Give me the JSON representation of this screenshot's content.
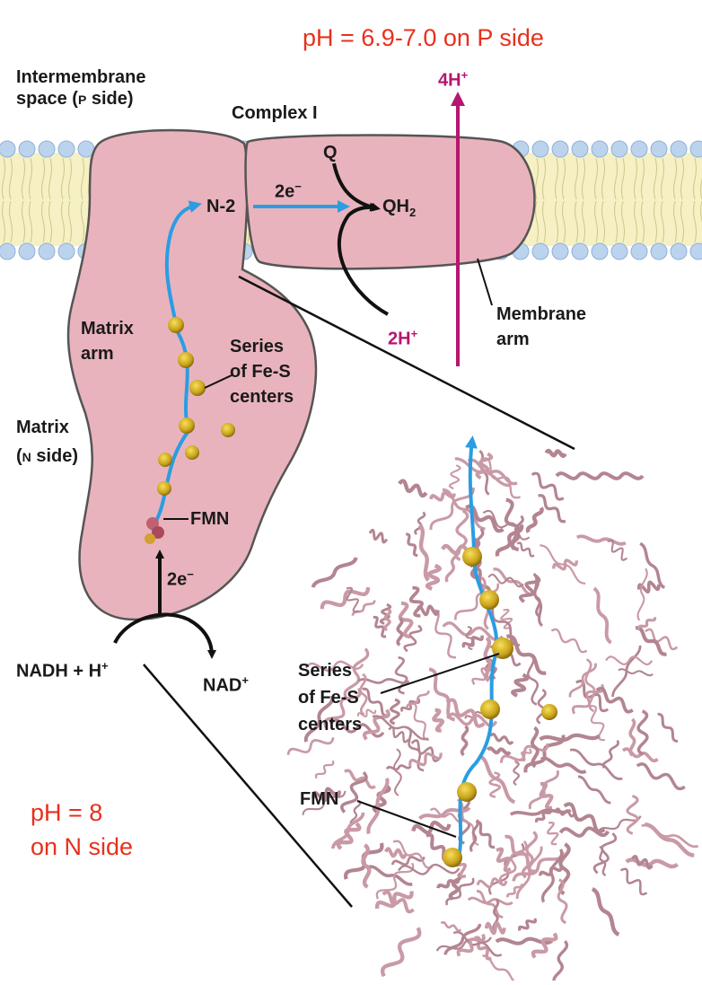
{
  "ph_p_side": "pH = 6.9-7.0 on P side",
  "ph_n_side_line1": "pH = 8",
  "ph_n_side_line2": "on N side",
  "intermembrane": {
    "line1": "Intermembrane",
    "line2a": "space (",
    "p": "P",
    "line2b": " side)"
  },
  "complex": "Complex I",
  "q": "Q",
  "two_e_top": "2e",
  "minus": "−",
  "n2": "N-2",
  "qh2": "QH",
  "sub2": "2",
  "four_h": "4H",
  "plus": "+",
  "two_h": "2H",
  "membrane_arm": {
    "line1": "Membrane",
    "line2": "arm"
  },
  "matrix_arm": {
    "line1": "Matrix",
    "line2": "arm"
  },
  "series_top": {
    "line1": "Series",
    "line2": "of Fe-S",
    "line3": "centers"
  },
  "matrix": {
    "line1": "Matrix",
    "line2a": "(",
    "n": "N",
    "line2b": " side)"
  },
  "fmn_top": "FMN",
  "two_e_bottom": "2e",
  "nadh": "NADH + H",
  "nad": "NAD",
  "series_bottom": {
    "line1": "Series",
    "line2": "of Fe-S",
    "line3": "centers"
  },
  "fmn_bottom": "FMN",
  "colors": {
    "protein": "#e9b3bd",
    "membrane": "#f6f1c4",
    "lipid_head": "#bcd3ee",
    "electron_path": "#2a9de3",
    "proton": "#b5166f",
    "ph_label": "#e8301c",
    "structure": "#c99aa6",
    "fes": "#c9a21b"
  }
}
